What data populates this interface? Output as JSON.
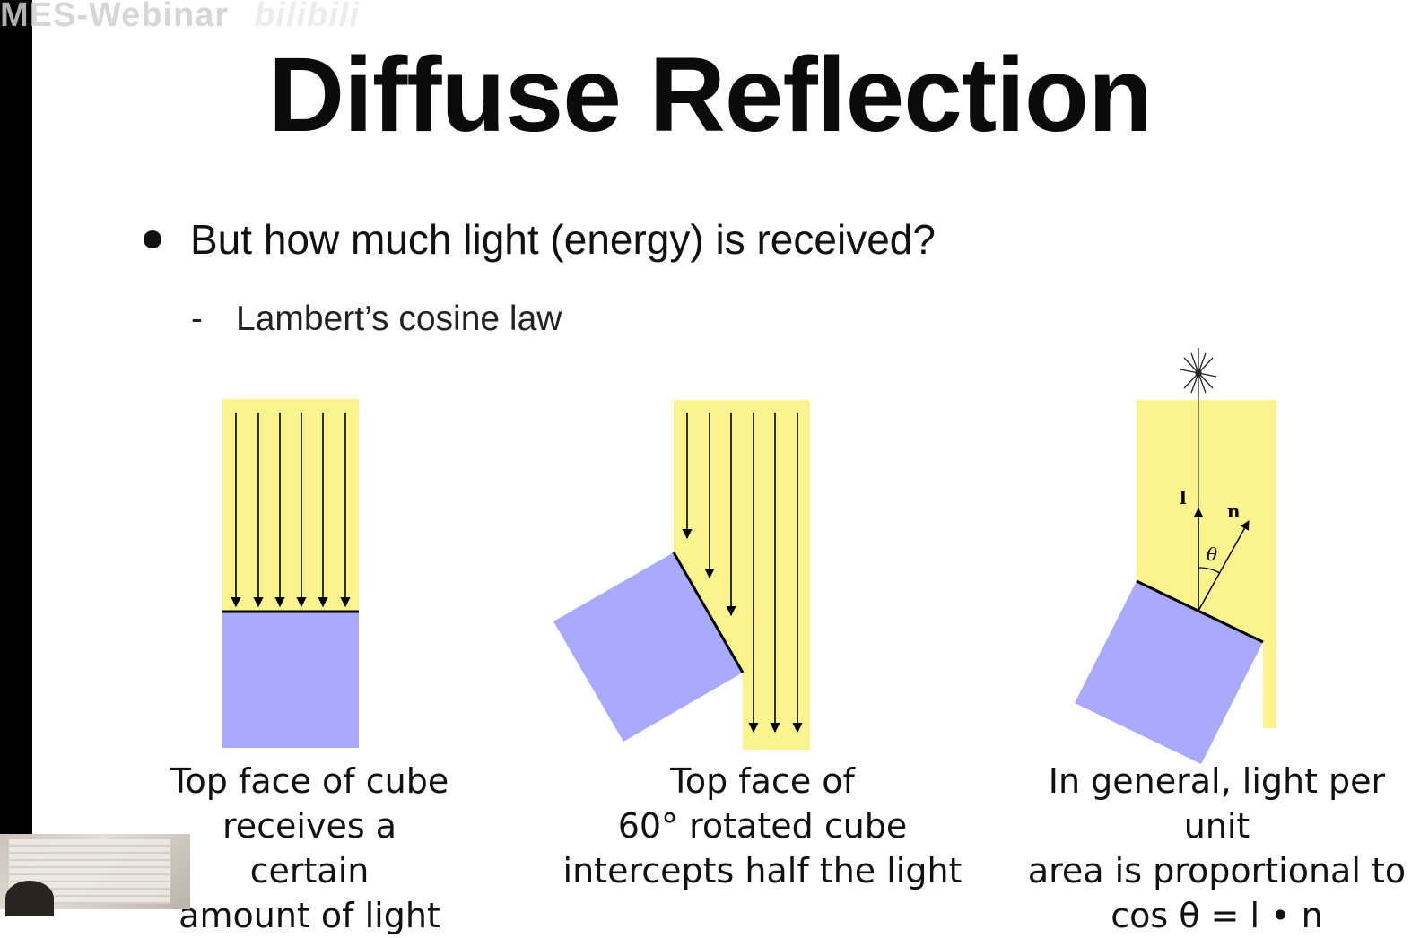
{
  "watermark": {
    "text": "MES-Webinar",
    "brand": "bilibili"
  },
  "slide": {
    "title": "Diffuse Reflection",
    "bullet": "But how much light (energy) is received?",
    "sub_bullet": "Lambert’s cosine law"
  },
  "figures": [
    {
      "caption": [
        "Top face of cube",
        "receives a certain",
        "amount of light"
      ]
    },
    {
      "caption": [
        "Top face of",
        "60° rotated cube",
        "intercepts half the light"
      ]
    },
    {
      "caption": [
        "In general, light per unit",
        "area is proportional to",
        "cos θ = l • n"
      ],
      "labels": {
        "light": "l",
        "normal": "n",
        "angle": "θ"
      }
    }
  ],
  "colors": {
    "light_beam": "#fbf38e",
    "cube": "#a9a9fd",
    "edge": "#000000",
    "background": "#ffffff"
  }
}
